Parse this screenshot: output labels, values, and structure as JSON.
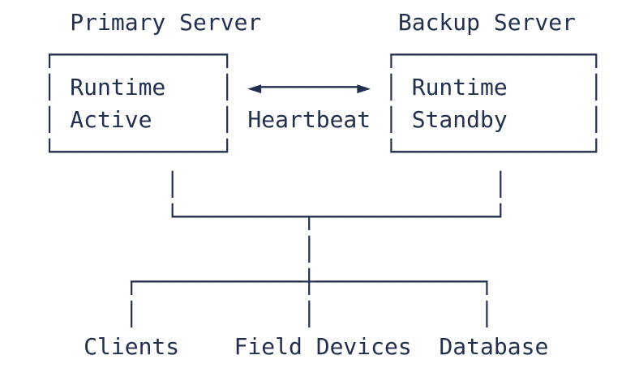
{
  "theme": {
    "ink": "#22304e",
    "background": "#ffffff"
  },
  "diagram": {
    "primary": {
      "title": "Primary Server",
      "frame": "┌────────────┐\n│            │\n│            │\n└────────────┘",
      "line1": "Runtime",
      "line2": "Active"
    },
    "backup": {
      "title": "Backup Server",
      "frame": "┌──────────────┐\n│              │\n│              │\n└──────────────┘",
      "line1": "Runtime",
      "line2": "Standby"
    },
    "heartbeat": {
      "arrow": "◄───────►",
      "label": "Heartbeat"
    },
    "connectors": "   │                       │\n   └─────────┬─────────────┘\n             │\n┌────────────┼────────────┐\n│            │            │",
    "leaves": {
      "clients": "Clients",
      "field_devices": "Field Devices",
      "database": "Database"
    }
  }
}
